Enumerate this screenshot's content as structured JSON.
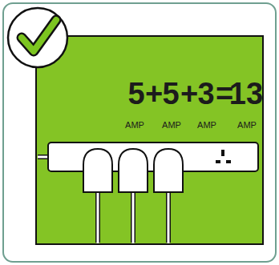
{
  "diagram": {
    "nodes": [
      {
        "text": [
          "5",
          "+",
          "5",
          "+",
          "3",
          "=",
          "13",
          "AMP",
          "AMP",
          "AMP",
          "AMP"
        ]
      }
    ]
  }
}
